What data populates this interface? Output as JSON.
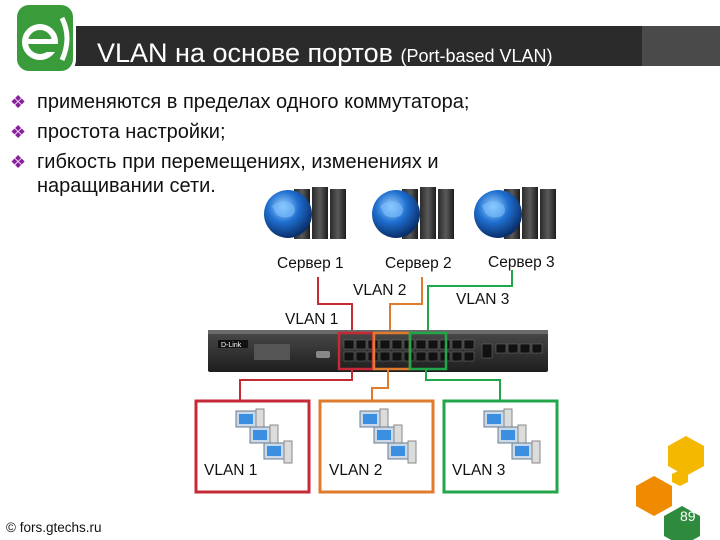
{
  "title": {
    "main": "VLAN на основе портов",
    "sub": "(Port-based VLAN)"
  },
  "bullets": [
    "применяются в пределах одного коммутатора;",
    "простота настройки;",
    "гибкость при перемещениях, изменениях и наращивании сети."
  ],
  "bullet_icon": "diamond-cluster-icon",
  "servers": [
    {
      "label": "Сервер 1"
    },
    {
      "label": "Сервер 2"
    },
    {
      "label": "Сервер 3"
    }
  ],
  "link_labels": [
    "VLAN 1",
    "VLAN 2",
    "VLAN 3"
  ],
  "switch": {
    "brand": "D-Link"
  },
  "groups": [
    {
      "label": "VLAN 1",
      "color": "#c62a36"
    },
    {
      "label": "VLAN 2",
      "color": "#e07a2c"
    },
    {
      "label": "VLAN 3",
      "color": "#21a64a"
    }
  ],
  "footer": "© fors.gtechs.ru",
  "page_number": "89",
  "colors": {
    "title_bar": "#2b2b2b",
    "logo": "#3a9b3a",
    "bullet": "#8a1f9e",
    "hex_yellow": "#f5b800",
    "hex_orange": "#f08a00",
    "hex_green": "#2e8b3e"
  }
}
